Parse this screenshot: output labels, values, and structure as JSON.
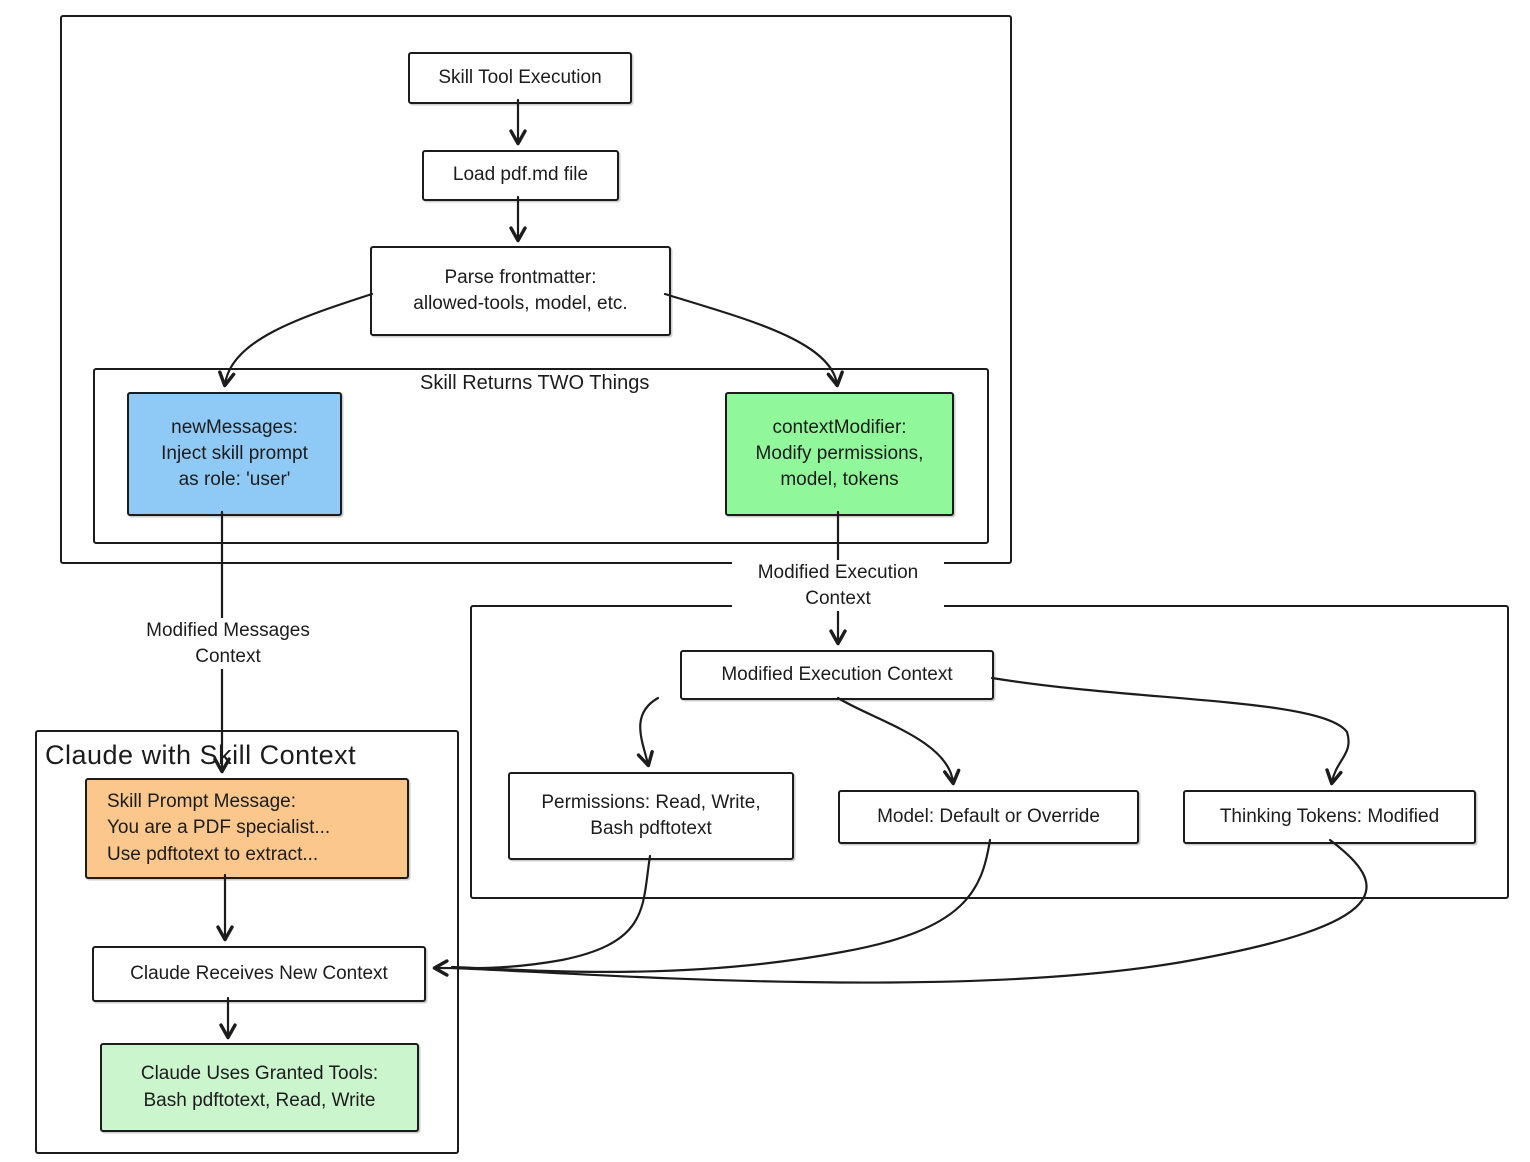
{
  "diagram": {
    "skill_flow": {
      "skill_tool_execution": "Skill Tool Execution",
      "load_pdf": "Load pdf.md file",
      "parse_frontmatter": {
        "line1": "Parse frontmatter:",
        "line2": "allowed-tools, model, etc."
      }
    },
    "returns_group": {
      "title": "Skill Returns TWO Things",
      "new_messages": {
        "line1": "newMessages:",
        "line2": "Inject skill prompt",
        "line3": "as role: 'user'"
      },
      "context_modifier": {
        "line1": "contextModifier:",
        "line2": "Modify permissions,",
        "line3": "model, tokens"
      }
    },
    "edge_labels": {
      "modified_messages": {
        "line1": "Modified Messages",
        "line2": "Context"
      },
      "modified_execution": {
        "line1": "Modified Execution",
        "line2": "Context"
      }
    },
    "execution_group": {
      "modified_execution_context": "Modified Execution Context",
      "permissions": {
        "line1": "Permissions: Read, Write,",
        "line2": "Bash pdftotext"
      },
      "model": "Model: Default or Override",
      "thinking_tokens": "Thinking Tokens: Modified"
    },
    "claude_group": {
      "title": "Claude with Skill Context",
      "skill_prompt": {
        "line1": "Skill Prompt Message:",
        "line2": "You are a PDF specialist...",
        "line3": "Use pdftotext to extract..."
      },
      "claude_receives": "Claude Receives New Context",
      "claude_uses": {
        "line1": "Claude Uses Granted Tools:",
        "line2": "Bash pdftotext, Read, Write"
      }
    },
    "colors": {
      "ink": "#1c1c1c",
      "blue_fill": "#8fcaf7",
      "green_fill": "#90f89b",
      "light_green_fill": "#cbf5cd",
      "orange_fill": "#fcc78d"
    }
  }
}
